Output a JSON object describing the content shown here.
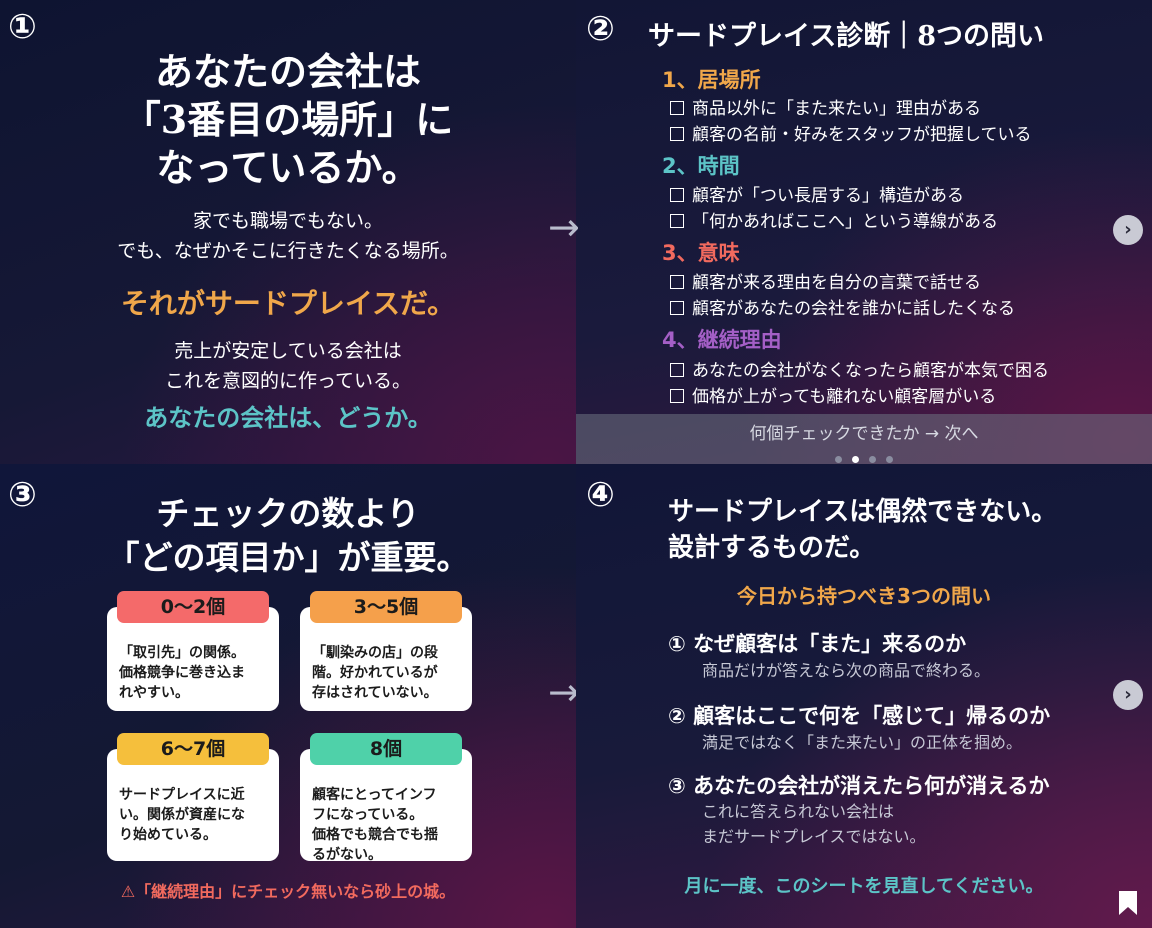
{
  "colors": {
    "gold": "#f0a74a",
    "teal": "#5cc4c7",
    "coral": "#f26a5e",
    "purple": "#a45fc6"
  },
  "panel1": {
    "num": "①",
    "headline": [
      "あなたの会社は",
      "「3番目の場所」に",
      "なっているか。"
    ],
    "sub1": [
      "家でも職場でもない。",
      "でも、なぜかそこに行きたくなる場所。"
    ],
    "big": "それがサードプレイスだ。",
    "sub2": [
      "売上が安定している会社は",
      "これを意図的に作っている。"
    ],
    "teal": "あなたの会社は、どうか。"
  },
  "arrow": "→",
  "panel2": {
    "num": "②",
    "title": "サードプレイス診断｜8つの問い",
    "sections": [
      {
        "label": "1、居場所",
        "color": "#f0a74a",
        "items": [
          "商品以外に「また来たい」理由がある",
          "顧客の名前・好みをスタッフが把握している"
        ]
      },
      {
        "label": "2、時間",
        "color": "#5cc4c7",
        "items": [
          "顧客が「つい長居する」構造がある",
          "「何かあればここへ」という導線がある"
        ]
      },
      {
        "label": "3、意味",
        "color": "#f26a5e",
        "items": [
          "顧客が来る理由を自分の言葉で話せる",
          "顧客があなたの会社を誰かに話したくなる"
        ]
      },
      {
        "label": "4、継続理由",
        "color": "#a45fc6",
        "items": [
          "あなたの会社がなくなったら顧客が本気で困る",
          "価格が上がっても離れない顧客層がいる"
        ]
      }
    ],
    "footer": "何個チェックできたか → 次へ",
    "next": "›"
  },
  "panel3": {
    "num": "③",
    "headline": [
      "チェックの数より",
      "「どの項目か」が重要。"
    ],
    "cards": [
      {
        "tag": "0〜2個",
        "color": "#f46a6a",
        "lines": [
          "「取引先」の関係。",
          "価格競争に巻き込ま",
          "れやすい。"
        ]
      },
      {
        "tag": "3〜5個",
        "color": "#f5a04b",
        "lines": [
          "「馴染みの店」の段",
          "階。好かれているが",
          "存はされていない。"
        ]
      },
      {
        "tag": "6〜7個",
        "color": "#f5bf3c",
        "lines": [
          "サードプレイスに近",
          "い。関係が資産にな",
          "り始めている。"
        ]
      },
      {
        "tag": "8個",
        "color": "#4fd1a9",
        "lines": [
          "顧客にとってインフ",
          "フになっている。",
          "価格でも競合でも揺",
          "るがない。"
        ]
      }
    ],
    "warn": "⚠「継続理由」にチェック無いなら砂上の城。"
  },
  "panel4": {
    "num": "④",
    "headline": [
      "サードプレイスは偶然できない。",
      "設計するものだ。"
    ],
    "gold": "今日から持つべき3つの問い",
    "questions": [
      {
        "q": "① なぜ顧客は「また」来るのか",
        "s": [
          "商品だけが答えなら次の商品で終わる。"
        ]
      },
      {
        "q": "② 顧客はここで何を「感じて」帰るのか",
        "s": [
          "満足ではなく「また来たい」の正体を掴め。"
        ]
      },
      {
        "q": "③ あなたの会社が消えたら何が消えるか",
        "s": [
          "これに答えられない会社は",
          "まだサードプレイスではない。"
        ]
      }
    ],
    "teal": "月に一度、このシートを見直してください。",
    "next": "›"
  }
}
